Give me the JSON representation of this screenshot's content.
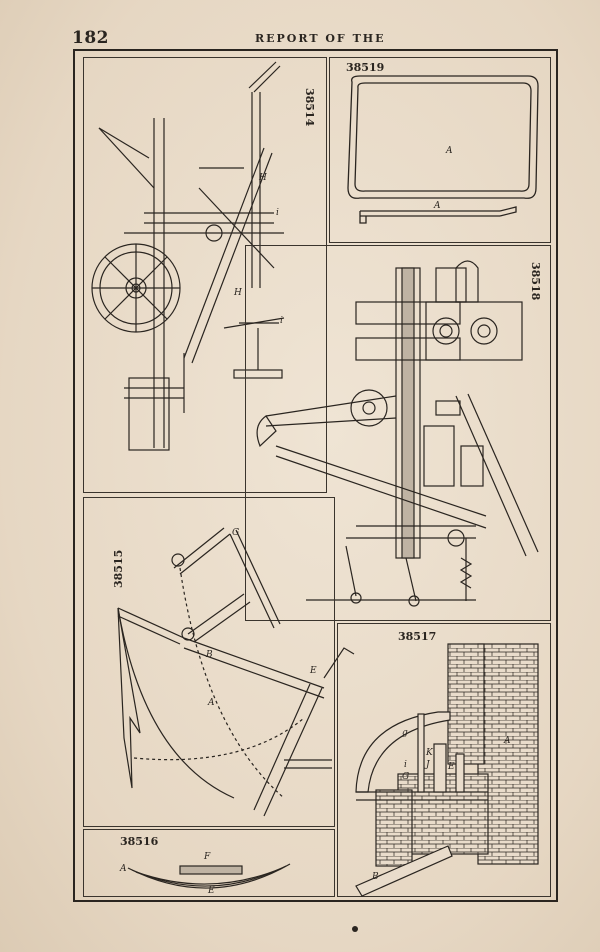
{
  "header": {
    "page_number": "182",
    "running_head": "REPORT OF THE"
  },
  "figures": {
    "f38514": {
      "number": "38514",
      "labels": [
        "H",
        "i",
        "H",
        "i"
      ]
    },
    "f38519": {
      "number": "38519",
      "labels": [
        "A",
        "A"
      ]
    },
    "f38518": {
      "number": "38518",
      "labels": []
    },
    "f38515": {
      "number": "38515",
      "labels": [
        "G",
        "A",
        "B",
        "E"
      ]
    },
    "f38517": {
      "number": "38517",
      "labels": [
        "A",
        "g",
        "K",
        "i",
        "J",
        "G",
        "E",
        "B"
      ]
    },
    "f38516": {
      "number": "38516",
      "labels": [
        "F",
        "A",
        "E"
      ]
    }
  },
  "colors": {
    "paper": "#e9dccb",
    "ink": "#2a2520"
  }
}
